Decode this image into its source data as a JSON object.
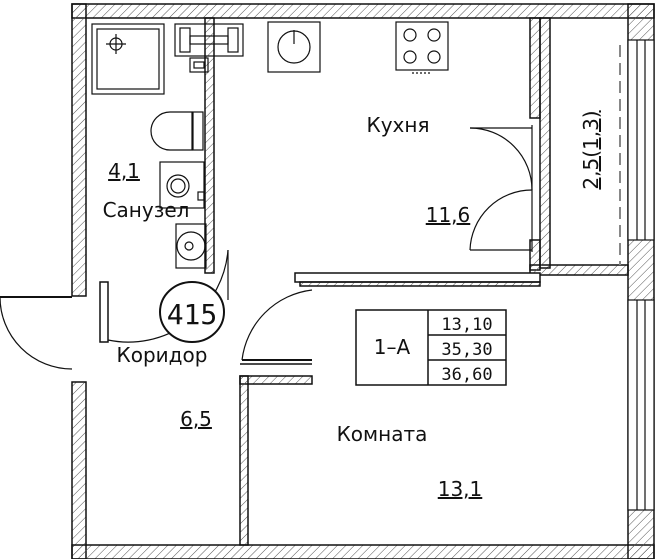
{
  "apartment": {
    "number": "415",
    "type": "1–А",
    "areas": [
      "13,10",
      "35,30",
      "36,60"
    ]
  },
  "rooms": {
    "kitchen": {
      "name": "Кухня",
      "area": "11,6"
    },
    "bathroom": {
      "name": "Санузел",
      "area": "4,1"
    },
    "corridor": {
      "name": "Коридор",
      "area": "6,5"
    },
    "room": {
      "name": "Комната",
      "area": "13,1"
    },
    "balcony": {
      "area": "2,5(1,3)"
    }
  },
  "icons": [
    "shower-tray-icon",
    "sink-icon",
    "toilet-icon",
    "washing-machine-icon",
    "stove-icon",
    "kitchen-sink-icon",
    "kitchen-counter-icon"
  ]
}
